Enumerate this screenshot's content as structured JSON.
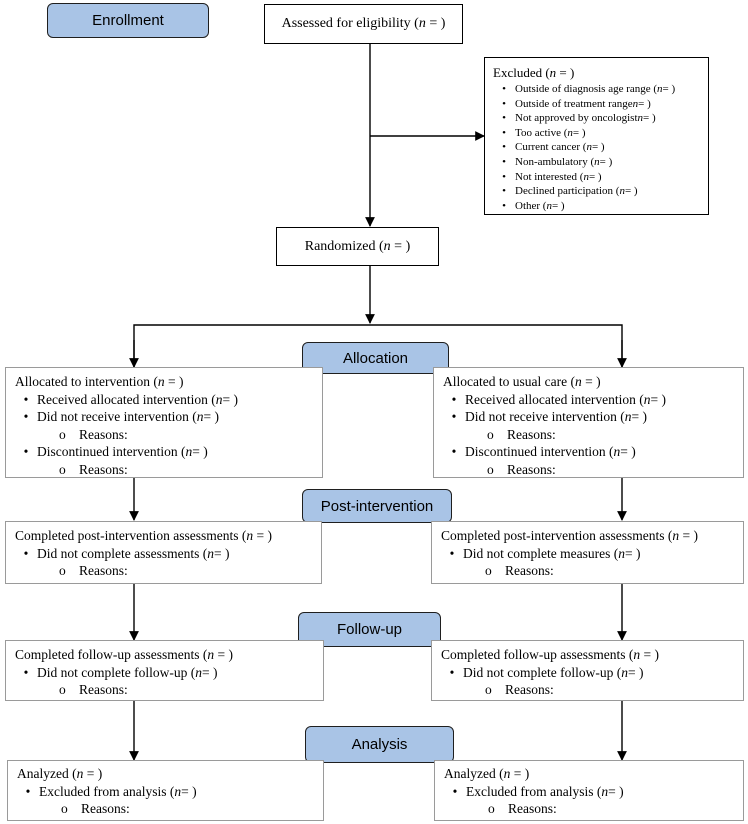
{
  "stages": {
    "enrollment": "Enrollment",
    "allocation": "Allocation",
    "post_intervention": "Post-intervention",
    "follow_up": "Follow-up",
    "analysis": "Analysis"
  },
  "n_symbol": "n",
  "assessed": {
    "label": "Assessed for eligibility (",
    "tail": " = )"
  },
  "excluded": {
    "title": "Excluded (",
    "title_tail": " = )",
    "items": [
      {
        "label": "Outside of diagnosis age range (",
        "tail": " = )"
      },
      {
        "label": "Outside of treatment range ",
        "tail": " = )"
      },
      {
        "label": "Not approved by oncologist ",
        "tail": " = )"
      },
      {
        "label": "Too active (",
        "tail": " = )"
      },
      {
        "label": "Current cancer (",
        "tail": " = )"
      },
      {
        "label": "Non-ambulatory (",
        "tail": " = )"
      },
      {
        "label": "Not interested (",
        "tail": " = )"
      },
      {
        "label": "Declined participation (",
        "tail": " = )"
      },
      {
        "label": "Other (",
        "tail": " = )"
      }
    ]
  },
  "randomized": {
    "label": "Randomized (",
    "tail": " = )"
  },
  "bullet": "•",
  "sub_bullet": "o",
  "reasons": "Reasons:",
  "eq_close": " = )",
  "left": {
    "allocation": {
      "title": "Allocated to intervention (",
      "received": "Received allocated intervention (",
      "not_received": "Did not receive intervention (",
      "discontinued": "Discontinued intervention ("
    },
    "post": {
      "title": "Completed post-intervention assessments (",
      "not_complete": "Did not complete assessments ("
    },
    "follow": {
      "title": "Completed follow-up assessments (",
      "not_complete": "Did not complete follow-up ("
    },
    "analysis": {
      "title": "Analyzed (",
      "excluded": "Excluded from analysis ("
    }
  },
  "right": {
    "allocation": {
      "title": "Allocated to usual care (",
      "received": "Received allocated intervention (",
      "not_received": "Did not receive intervention (",
      "discontinued": "Discontinued intervention ("
    },
    "post": {
      "title": "Completed post-intervention assessments (",
      "not_complete": "Did not complete measures ("
    },
    "follow": {
      "title": "Completed follow-up assessments (",
      "not_complete": "Did not complete follow-up ("
    },
    "analysis": {
      "title": "Analyzed (",
      "excluded": "Excluded from analysis ("
    }
  }
}
